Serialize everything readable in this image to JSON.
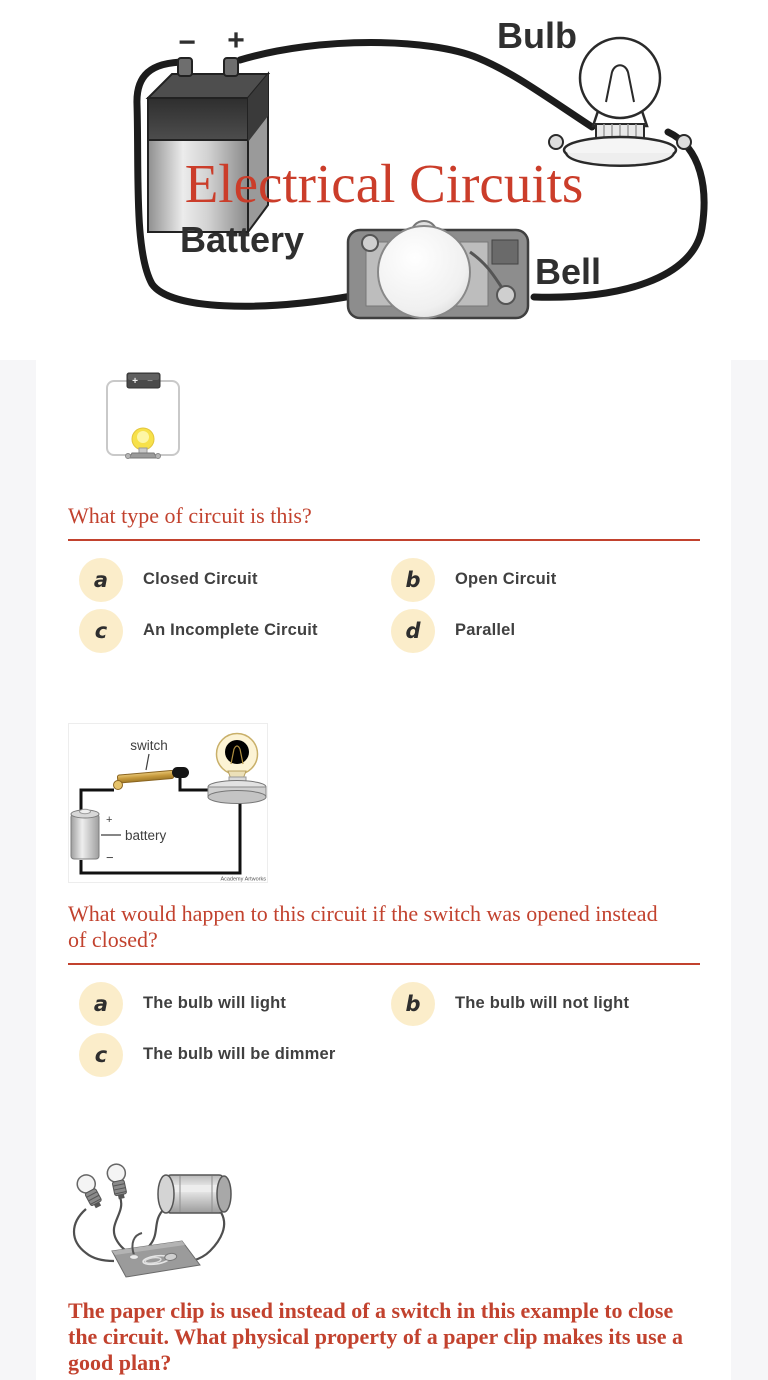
{
  "theme": {
    "page_bg": "#f6f6f8",
    "panel_bg": "#ffffff",
    "title_red": "#cb3d2a",
    "question_red": "#c2422e",
    "badge_bg": "#fbedca",
    "badge_text": "#2e2e2e",
    "option_text": "#404040",
    "wire_black": "#1c1c1c"
  },
  "header": {
    "title": "Electrical Circuits",
    "illustration": {
      "name": "battery-bulb-bell-circuit-drawing",
      "labels": {
        "bulb": "Bulb",
        "battery": "Battery",
        "bell": "Bell",
        "minus": "−",
        "plus": "+"
      }
    }
  },
  "questions": [
    {
      "text": "What type of circuit is this?",
      "image": {
        "name": "closed-circuit-battery-lit-bulb",
        "labels": {
          "plus": "+",
          "minus": "−"
        }
      },
      "options": [
        {
          "letter": "a",
          "label": "Closed Circuit"
        },
        {
          "letter": "b",
          "label": "Open Circuit"
        },
        {
          "letter": "c",
          "label": "An Incomplete Circuit"
        },
        {
          "letter": "d",
          "label": "Parallel"
        }
      ]
    },
    {
      "text": "What would happen to this circuit if the switch was opened instead of closed?",
      "image": {
        "name": "switch-battery-bulb-circuit-diagram",
        "labels": {
          "switch": "switch",
          "battery": "battery",
          "plus": "+",
          "minus": "−",
          "credit": "Academy Artworks"
        }
      },
      "options": [
        {
          "letter": "a",
          "label": "The bulb will light"
        },
        {
          "letter": "b",
          "label": "The bulb will not light"
        },
        {
          "letter": "c",
          "label": "The bulb will be dimmer"
        }
      ]
    },
    {
      "text": "The paper clip is used instead of a switch in this example to close the circuit.  What physical property of a paper clip makes its use a good plan?",
      "image": {
        "name": "two-bulbs-battery-paper-clip-circuit"
      },
      "options": []
    }
  ]
}
